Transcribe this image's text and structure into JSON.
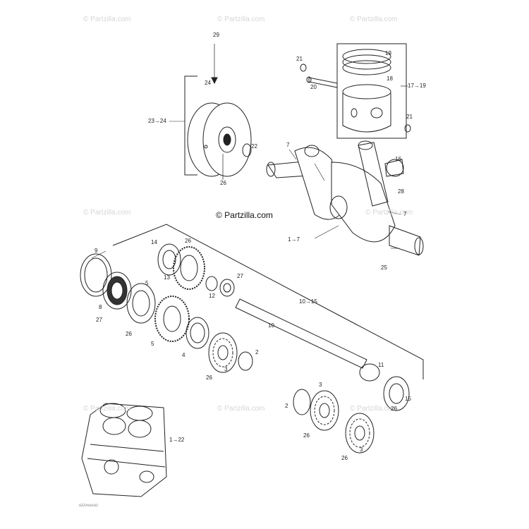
{
  "watermark_text": "© Partzilla.com",
  "center_brand": "© Partzilla.com",
  "drawing_ref": "0ZZ4s0102",
  "callouts": {
    "c29": "29",
    "c24": "24",
    "c23_24": "23→24",
    "c26a": "26",
    "c22": "22",
    "c21a": "21",
    "c20": "20",
    "c19": "19",
    "c18": "18",
    "c17_19": "17→19",
    "c21b": "21",
    "c7a": "7",
    "c16": "16",
    "c28": "28",
    "c7b": "7",
    "c1_7": "1→7",
    "c25": "25",
    "c9": "9",
    "c14": "14",
    "c26b": "26",
    "c13": "13",
    "c27a": "27",
    "c12": "12",
    "c8": "8",
    "c27b": "27",
    "c5a": "5",
    "c26c": "26",
    "c5b": "5",
    "c4": "4",
    "c10_15": "10→15",
    "c10": "10",
    "c2a": "2",
    "c3a": "3",
    "c26d": "26",
    "c11": "11",
    "c3b": "3",
    "c2b": "2",
    "c15": "15",
    "c26e": "26",
    "c26f": "26",
    "c3c": "3",
    "c26g": "26",
    "c1_22": "1→22"
  }
}
